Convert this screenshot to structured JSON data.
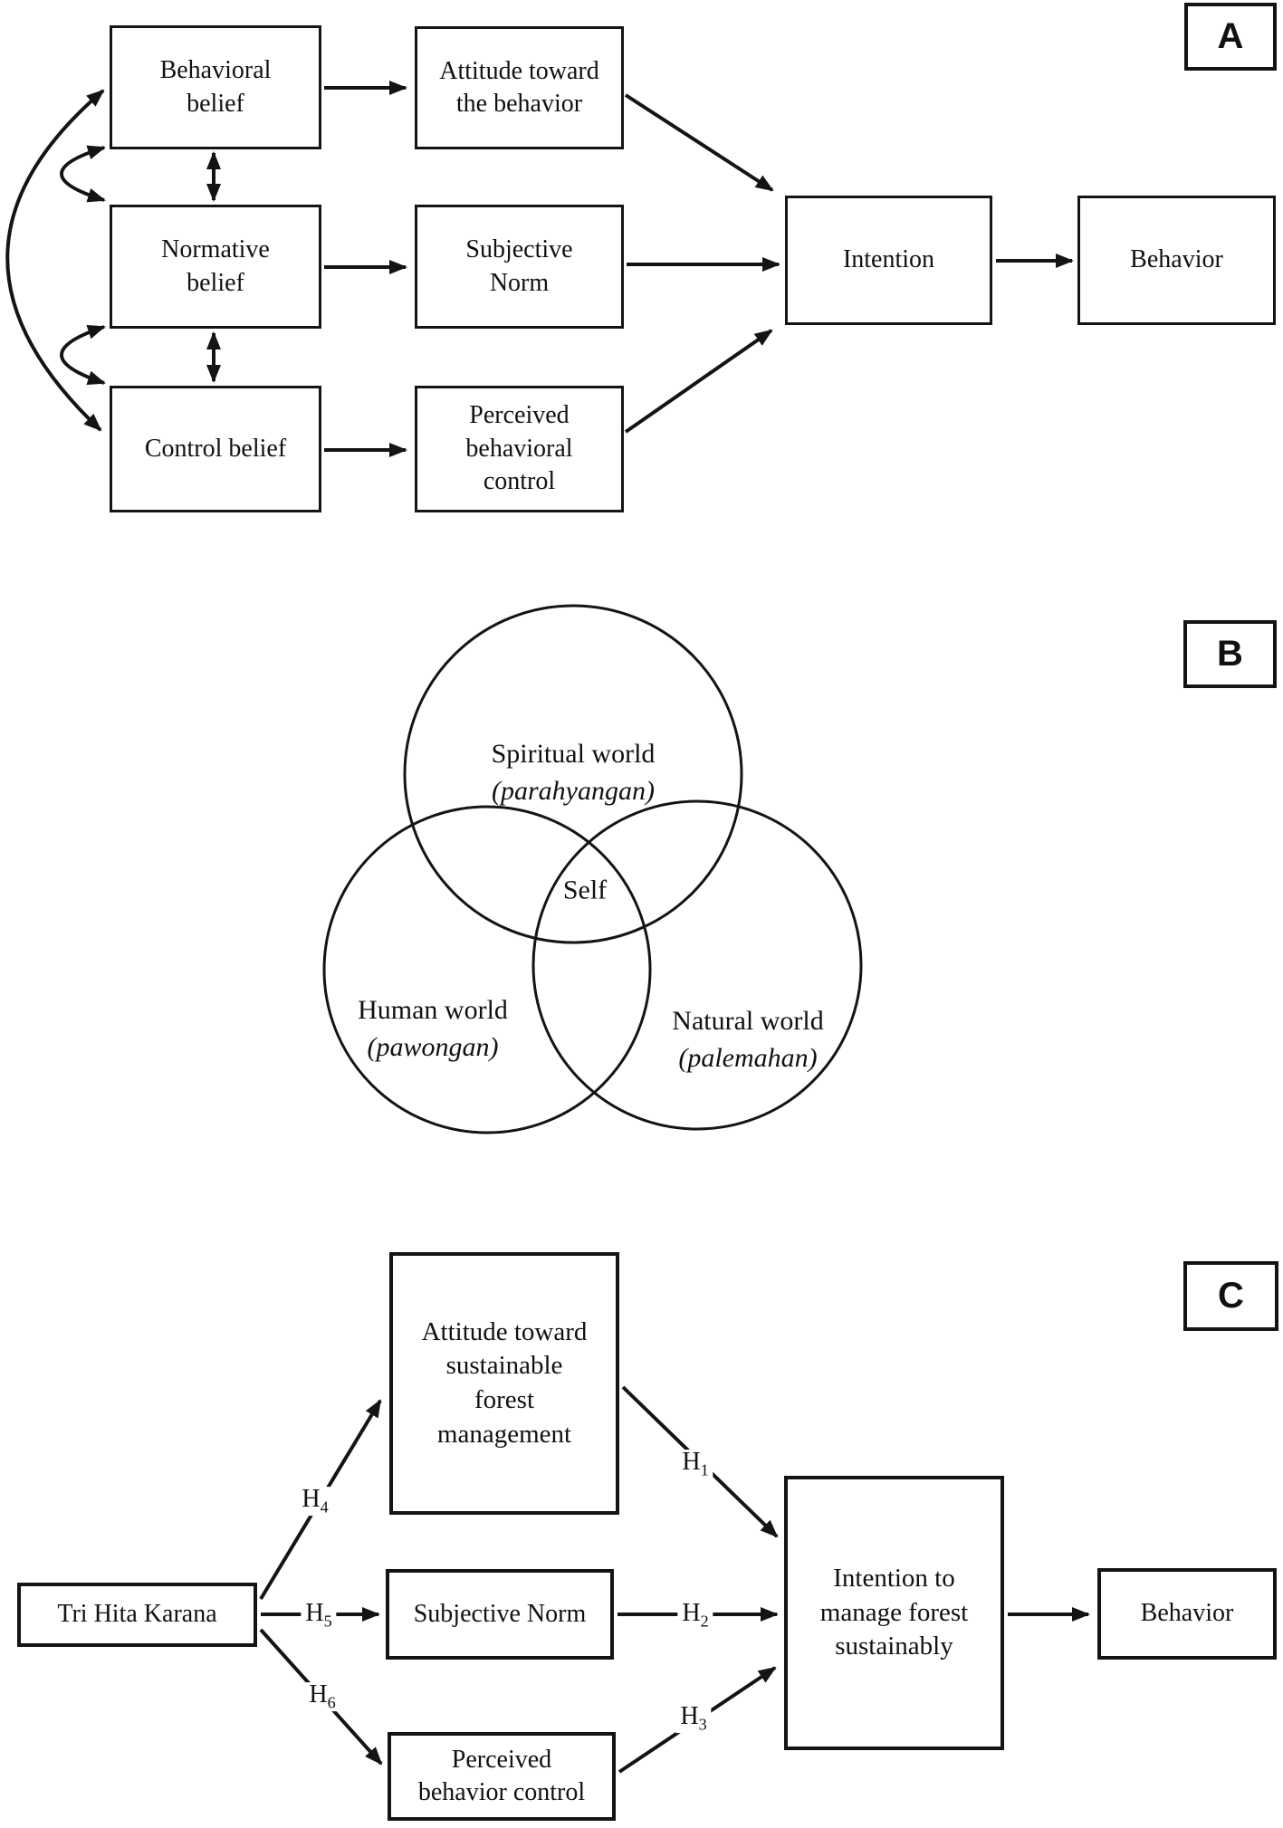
{
  "colors": {
    "ink": "#141414",
    "background": "#ffffff"
  },
  "panel_a": {
    "label": "A",
    "behavioral_belief": "Behavioral\nbelief",
    "attitude_toward_behavior": "Attitude toward\nthe behavior",
    "normative_belief": "Normative\nbelief",
    "subjective_norm": "Subjective\nNorm",
    "control_belief": "Control belief",
    "perceived_behavioral_control": "Perceived\nbehavioral\ncontrol",
    "intention": "Intention",
    "behavior": "Behavior"
  },
  "panel_b": {
    "label": "B",
    "spiritual": {
      "title": "Spiritual world",
      "subtitle": "(parahyangan)"
    },
    "human": {
      "title": "Human world",
      "subtitle": "(pawongan)"
    },
    "natural": {
      "title": "Natural world",
      "subtitle": "(palemahan)"
    },
    "self": "Self"
  },
  "panel_c": {
    "label": "C",
    "tri_hita_karana": "Tri Hita Karana",
    "attitude_sfm": "Attitude toward\nsustainable\nforest\nmanagement",
    "subjective_norm": "Subjective Norm",
    "perceived_behavior_control": "Perceived\nbehavior control",
    "intention_forest": "Intention to\nmanage forest\nsustainably",
    "behavior": "Behavior",
    "h1": {
      "base": "H",
      "sub": "1"
    },
    "h2": {
      "base": "H",
      "sub": "2"
    },
    "h3": {
      "base": "H",
      "sub": "3"
    },
    "h4": {
      "base": "H",
      "sub": "4"
    },
    "h5": {
      "base": "H",
      "sub": "5"
    },
    "h6": {
      "base": "H",
      "sub": "6"
    }
  }
}
